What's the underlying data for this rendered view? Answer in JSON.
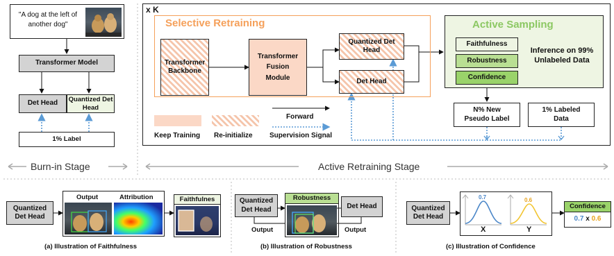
{
  "burn_in": {
    "caption_text": "\"A dog at the left of another dog\"",
    "transformer_model": "Transformer Model",
    "det_head": "Det Head",
    "quantized_det_head": "Quantized Det Head",
    "label": "1% Label",
    "stage_label": "Burn-in Stage"
  },
  "active": {
    "repeat": "x K",
    "selective_title": "Selective Retraining",
    "backbone": "Transformer Backbone",
    "fusion": "Transformer Fusion Module",
    "quantized_det_head": "Quantized Det Head",
    "det_head": "Det Head",
    "sampling_title": "Active Sampling",
    "faithfulness": "Faithfulness",
    "robustness": "Robustness",
    "confidence": "Confidence",
    "inference": "Inference on 99% Unlabeled Data",
    "pseudo": "N% New Pseudo Label",
    "labeled": "1% Labeled Data",
    "legend_keep": "Keep Training",
    "legend_reinit": "Re-initialize",
    "legend_forward": "Forward",
    "legend_supervision": "Supervision Signal",
    "stage_label": "Active Retraining Stage"
  },
  "panel_a": {
    "quantized_det_head": "Quantized Det Head",
    "output": "Output",
    "attribution": "Attribution",
    "faithfulness": "Faithfulnes",
    "caption": "(a) Illustration of Faithfulness"
  },
  "panel_b": {
    "quantized_det_head": "Quantized Det Head",
    "robustness": "Robustness",
    "det_head": "Det Head",
    "output_left": "Output",
    "output_right": "Output",
    "caption": "(b) Illustration of Robustness"
  },
  "panel_c": {
    "quantized_det_head": "Quantized Det Head",
    "x_peak": "0.7",
    "y_peak": "0.6",
    "x_label": "X",
    "y_label": "Y",
    "confidence": "Confidence",
    "conf_a": "0.7",
    "conf_x": "x",
    "conf_b": "0.6",
    "caption": "(c) Illustration of Confidence"
  },
  "colors": {
    "orange": "#f5a05a",
    "green": "#8cc863",
    "dotted_blue": "#5b9bd5",
    "peach": "#fbd8c6"
  }
}
